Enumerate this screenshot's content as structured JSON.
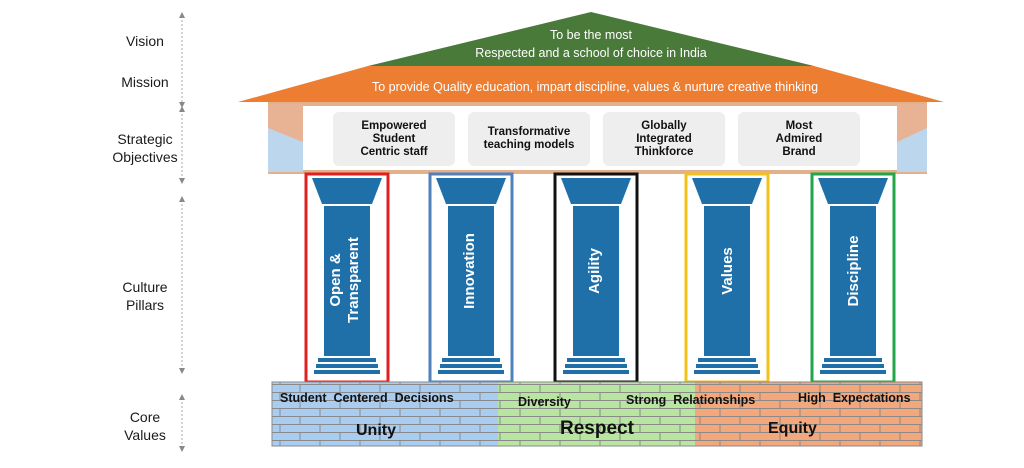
{
  "left_labels": {
    "vision": "Vision",
    "mission": "Mission",
    "strategic_objectives": "Strategic\nObjectives",
    "culture_pillars": "Culture\nPillars",
    "core_values": "Core\nValues"
  },
  "roof": {
    "vision_line1": "To be the most",
    "vision_line2": "Respected and a school of choice in India",
    "mission_text": "To provide Quality education, impart discipline, values & nurture creative thinking",
    "vision_color": "#4a7a3a",
    "mission_color": "#ed7d31"
  },
  "objectives": [
    {
      "label": "Empowered\nStudent\nCentric staff"
    },
    {
      "label": "Transformative\nteaching models"
    },
    {
      "label": "Globally\nIntegrated\nThinkforce"
    },
    {
      "label": "Most\nAdmired\nBrand"
    }
  ],
  "pillars": [
    {
      "label": "Open &\nTransparent",
      "border_color": "#e02020"
    },
    {
      "label": "Innovation",
      "border_color": "#4f81bd"
    },
    {
      "label": "Agility",
      "border_color": "#111111"
    },
    {
      "label": "Values",
      "border_color": "#f2c21b"
    },
    {
      "label": "Discipline",
      "border_color": "#22a64a"
    }
  ],
  "pillar_color": "#1f6fa8",
  "core_values": {
    "row1": [
      "Student  Centered  Decisions",
      "Diversity",
      "Strong  Relationships",
      "High  Expectations"
    ],
    "unity": "Unity",
    "respect": "Respect",
    "equity": "Equity",
    "colors": {
      "left": "#a9cdf0",
      "middle": "#b8e6a0",
      "right": "#f4a77a"
    }
  }
}
